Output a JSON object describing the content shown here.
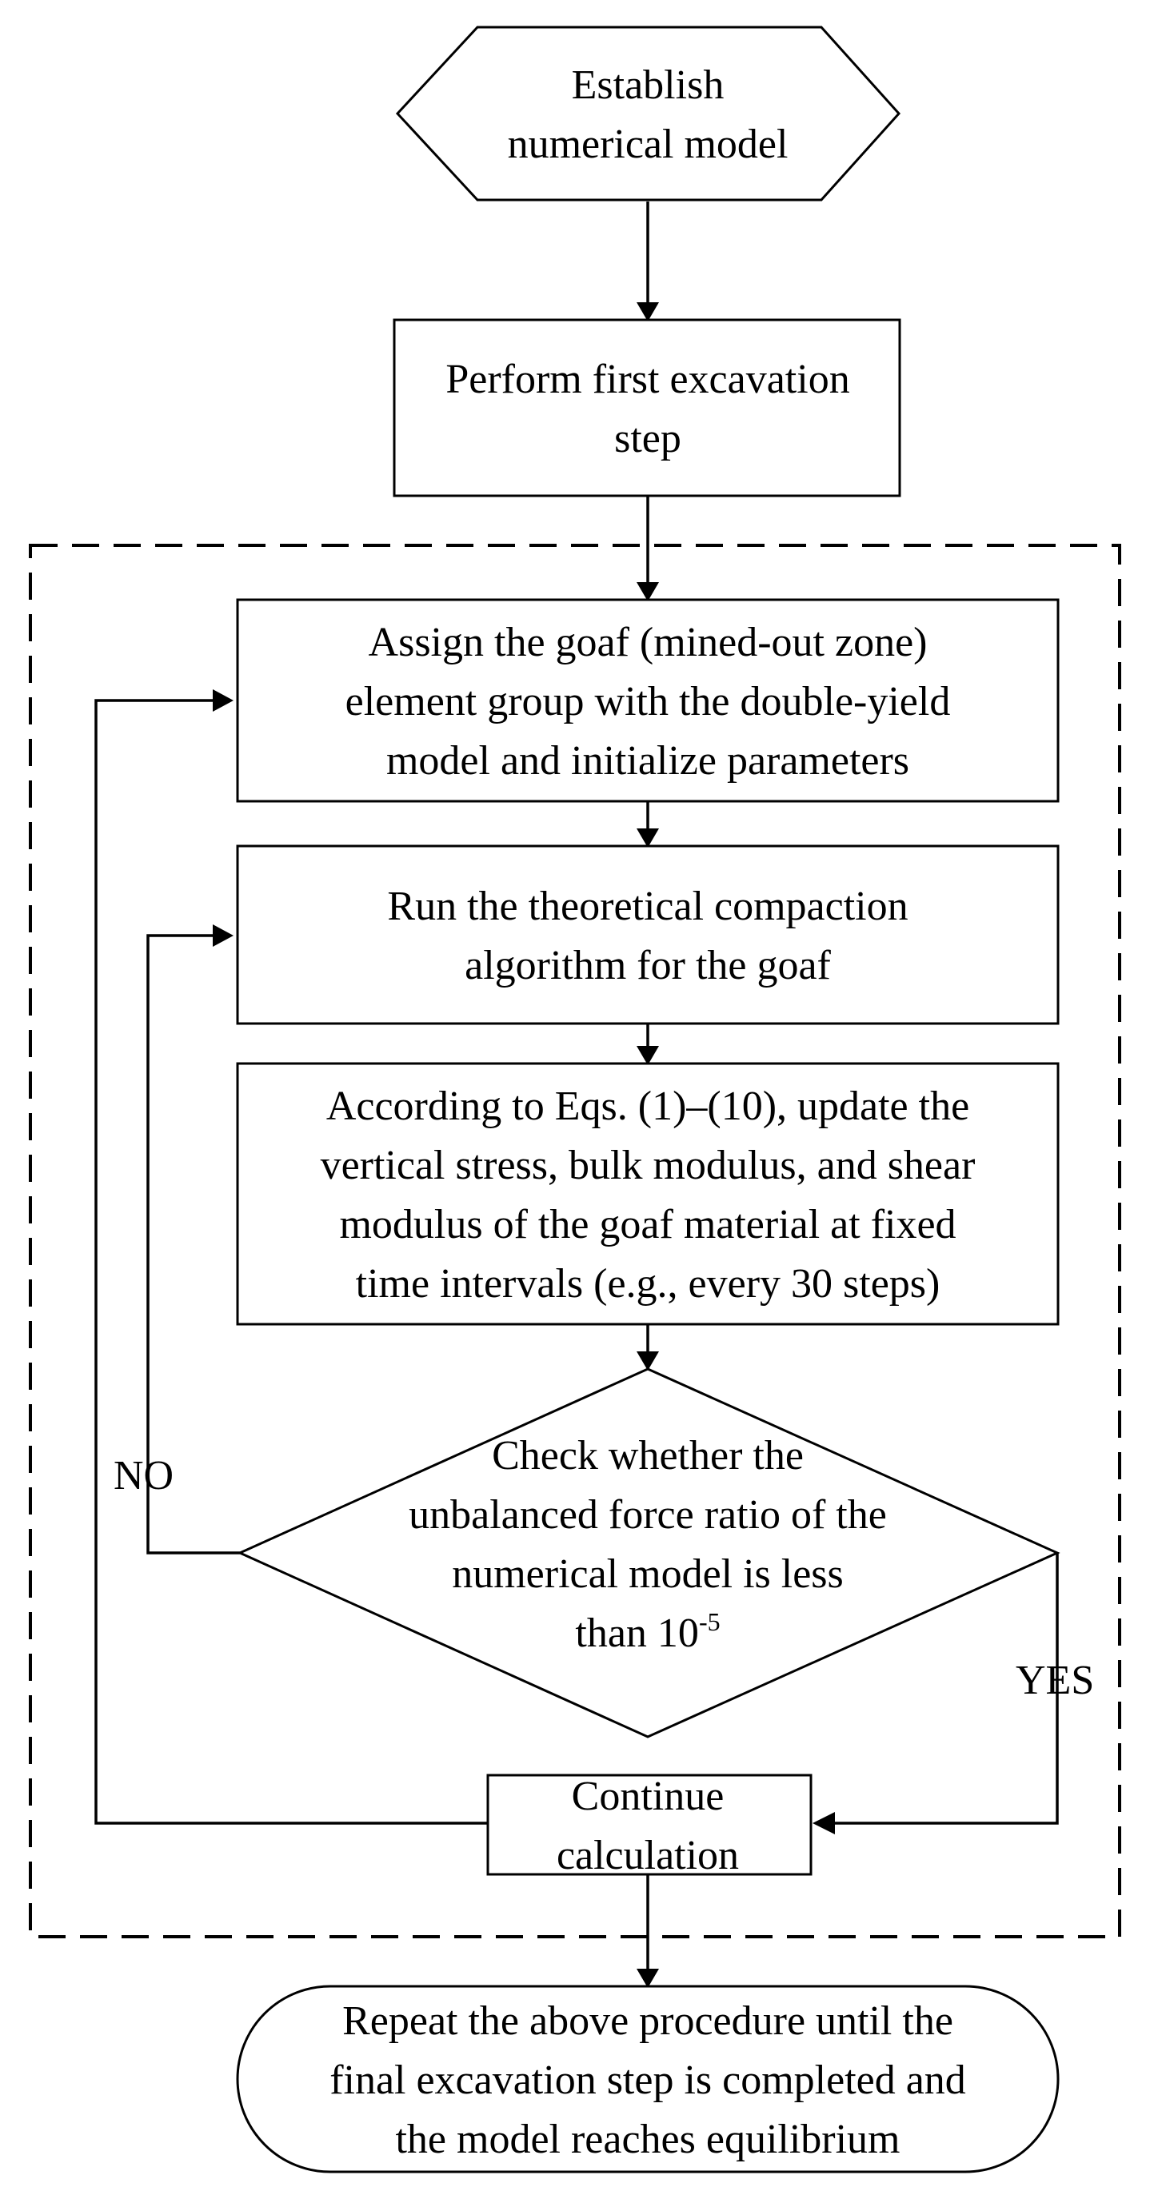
{
  "nodes": {
    "start": {
      "lines": [
        "Establish",
        "numerical model"
      ]
    },
    "first_step": {
      "lines": [
        "Perform first excavation",
        "step"
      ]
    },
    "assign": {
      "lines": [
        "Assign the goaf (mined-out zone)",
        "element group with the double-yield",
        "model and initialize parameters"
      ]
    },
    "run": {
      "lines": [
        "Run the theoretical compaction",
        "algorithm for the goaf"
      ]
    },
    "update": {
      "lines": [
        "According to Eqs. (1)–(10), update the",
        "vertical stress, bulk modulus, and shear",
        "modulus of the goaf material at fixed",
        "time intervals (e.g., every 30 steps)"
      ]
    },
    "check": {
      "lines": [
        "Check whether the",
        "unbalanced force ratio of the",
        "numerical model is less"
      ],
      "last_line_base": "than 10",
      "last_line_exponent": "-5"
    },
    "continue": {
      "lines": [
        "Continue",
        "calculation"
      ]
    },
    "end": {
      "lines": [
        "Repeat the above procedure until the",
        "final excavation step is completed and",
        "the model reaches equilibrium"
      ]
    }
  },
  "edge_labels": {
    "no": "NO",
    "yes": "YES"
  }
}
